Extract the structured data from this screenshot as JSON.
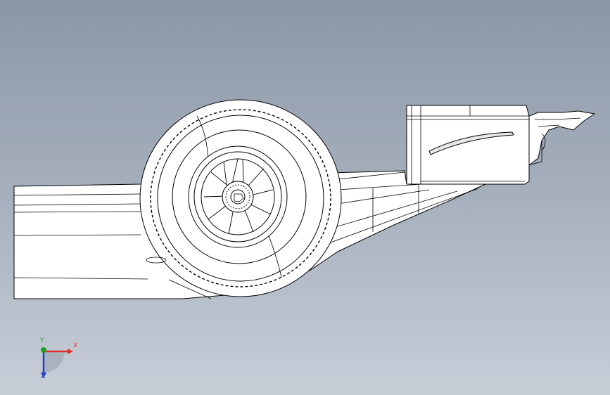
{
  "viewport": {
    "background_top": "#8c97a6",
    "background_bottom": "#c7ced8"
  },
  "model": {
    "line_color": "#000000",
    "fill_color": "#ffffff"
  },
  "triad": {
    "x_label": "X",
    "y_label": "Y",
    "z_label": "Z",
    "x_color": "#e03030",
    "y_color": "#20a020",
    "z_color": "#2040d0"
  }
}
